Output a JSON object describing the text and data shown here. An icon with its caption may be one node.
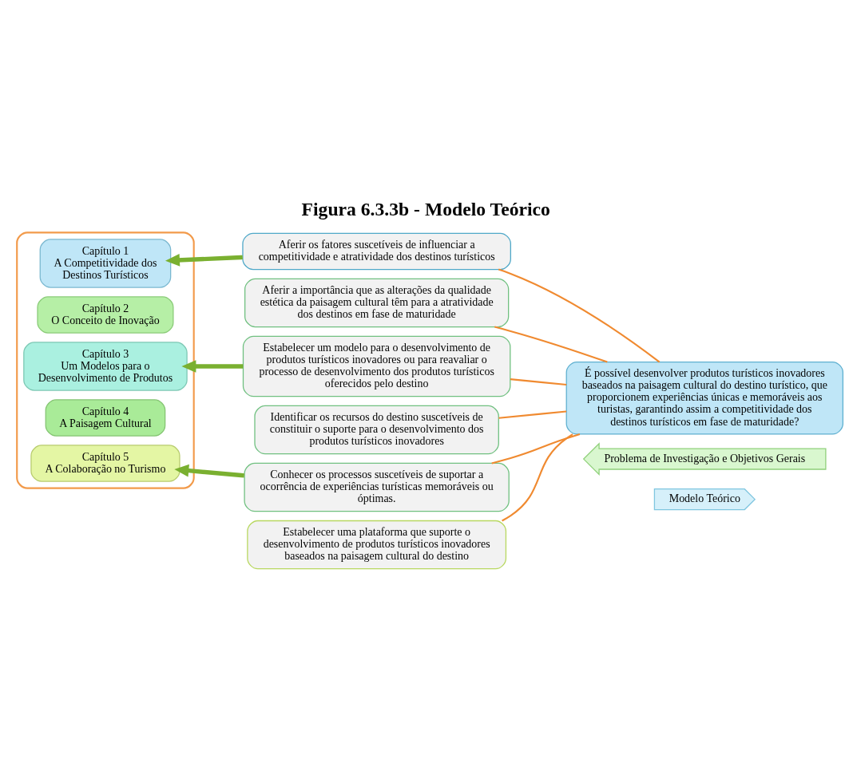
{
  "diagram": {
    "title": "Figura 6.3.3b - Modelo Teórico",
    "nodes": [
      {
        "text": [
          "Modelo Teórico"
        ]
      },
      {
        "text": [
          "Problema de Investigação e Objetivos Gerais"
        ]
      },
      {
        "text": [],
        "shape": "ellipse"
      },
      {
        "text": [
          "Capítulo 1",
          "A Competitividade dos Destinos Turísticos"
        ],
        "in": 2
      },
      {
        "text": [
          "Capítulo 2",
          "O Conceito de Inovação"
        ],
        "in": 2
      },
      {
        "text": [
          "Capítulo 3",
          "Um Modelos para o Desenvolvimento de Produtos"
        ],
        "in": 2
      },
      {
        "text": [
          "Capítulo 4",
          "A Paisagem Cultural"
        ],
        "in": 2
      },
      {
        "text": [
          "Capítulo 5",
          "A Colaboração no Turismo"
        ],
        "in": 2
      },
      {
        "text": [
          "É possível desenvolver produtos turísticos inovadores baseados na paisagem cultural do destino turístico, que proporcionem experiências únicas e memoráveis aos turistas, garantindo assim a competitividade dos destinos turísticos em fase de maturidade?"
        ]
      },
      {
        "text": [
          "Aferir os fatores suscetíveis de influenciar a competitividade e atratividade dos destinos turísticos"
        ]
      },
      {
        "text": [
          "Aferir a importância que as alterações da qualidade estética da paisagem cultural têm para a atratividade dos destinos em fase de maturidade"
        ]
      },
      {
        "text": [
          "Estabelecer um modelo para o desenvolvimento de produtos turísticos inovadores ou para reavaliar o processo de desenvolvimento dos produtos turísticos oferecidos pelo destino"
        ]
      },
      {
        "text": [
          "Identificar os recursos do destino suscetíveis de constituir o suporte para o desenvolvimento dos produtos turísticos inovadores"
        ]
      },
      {
        "text": [
          "Conhecer os processos suscetíveis de suportar a ocorrência de experiências turísticas memoráveis ou óptimas."
        ]
      },
      {
        "text": [
          "Estabelecer uma plataforma que suporte o desenvolvimento de produtos turísticos inovadores baseados na paisagem cultural do destino"
        ]
      }
    ],
    "edges": [
      {
        "from": 8,
        "to": 9,
        "arrow": "none"
      },
      {
        "from": 8,
        "to": 10,
        "arrow": "none"
      },
      {
        "from": 8,
        "to": 11,
        "arrow": "none"
      },
      {
        "from": 8,
        "to": 12,
        "arrow": "none"
      },
      {
        "from": 8,
        "to": 13,
        "arrow": "none"
      },
      {
        "from": 8,
        "to": 14,
        "arrow": "none"
      },
      {
        "from": 9,
        "to": 3,
        "arrow": "to",
        "style": "thick",
        "color": "#7ab030"
      },
      {
        "from": 11,
        "to": 5,
        "arrow": "to",
        "style": "thick",
        "color": "#7ab030"
      },
      {
        "from": 13,
        "to": 7,
        "arrow": "to",
        "style": "thick",
        "color": "#7ab030"
      }
    ]
  }
}
